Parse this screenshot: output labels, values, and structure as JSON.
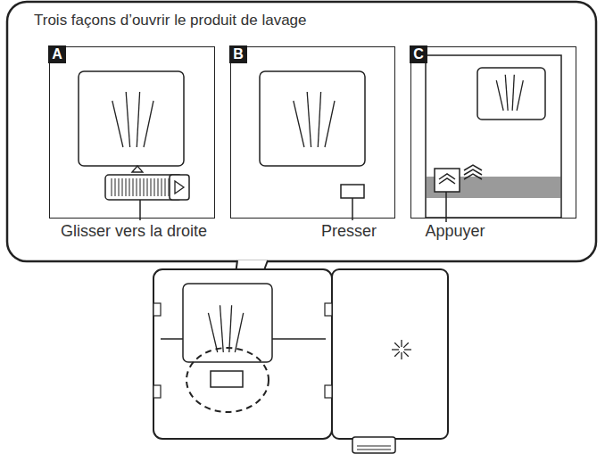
{
  "diagram": {
    "title": "Trois façons d’ouvrir le produit de lavage",
    "nodes": [
      {
        "text": [
          "A"
        ]
      },
      {
        "text": [
          "B"
        ]
      },
      {
        "text": [
          "C"
        ]
      }
    ],
    "labels": [
      "Glisser vers la droite",
      "Presser",
      "Appuyer"
    ]
  }
}
